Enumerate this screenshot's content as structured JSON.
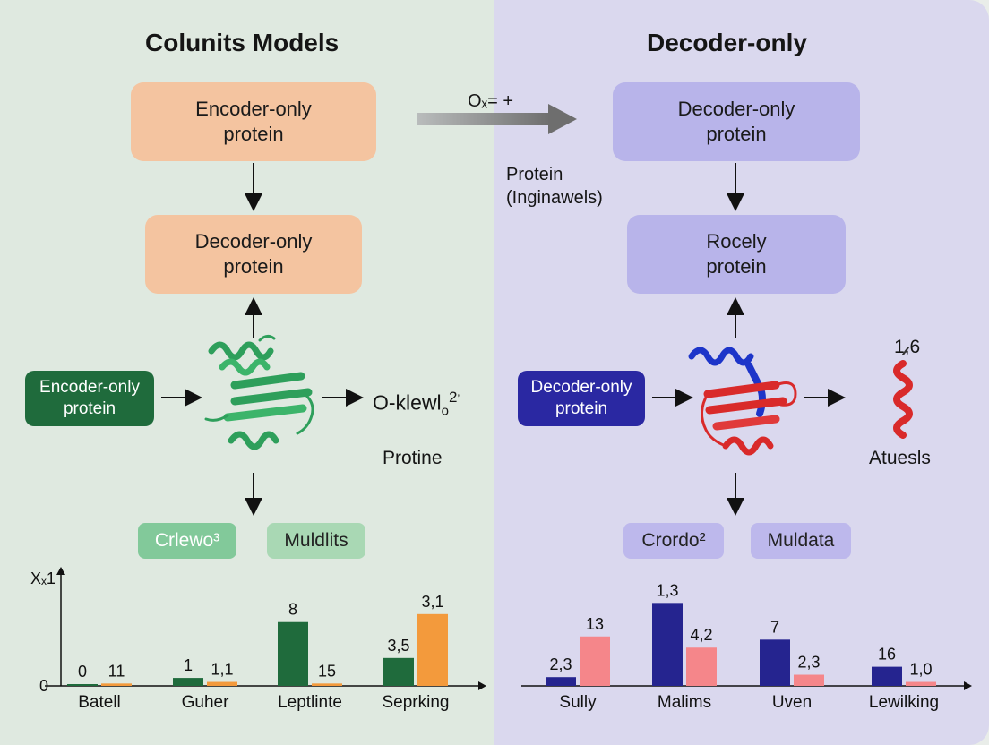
{
  "left": {
    "title": "Colunits Models",
    "box_top": "Encoder-only\nprotein",
    "box_mid": "Decoder-only\nprotein",
    "side_box": "Encoder-only\nprotein",
    "output_label": "O-klewl",
    "output_sub": "o",
    "output_sup": "2",
    "output_tick": "’",
    "protine_label": "Protine",
    "pill_1": "Crlewo³",
    "pill_2": "Muldlits"
  },
  "right": {
    "title": "Decoder-only",
    "box_top": "Decoder-only\nprotein",
    "box_mid": "Rocely\nprotein",
    "side_box": "Decoder-only\nprotein",
    "top_value_label": "1,6",
    "atuesls_label": "Atuesls",
    "pill_1": "Crordo²",
    "pill_2": "Muldata"
  },
  "center": {
    "arrow_label": "Oₓ= +",
    "protein_note": "Protein\n(Inginawels)"
  },
  "colors": {
    "green_bar": "#1f6b3c",
    "orange_bar": "#f39a3c",
    "navy_bar": "#25248f",
    "pink_bar": "#f5868a",
    "helix_green": "#2e9f5b",
    "helix_blue": "#1d35c9",
    "helix_red": "#d92a2a"
  },
  "chart_data": [
    {
      "type": "bar",
      "ylabel": "Xₓ1",
      "y_origin_label": "0",
      "categories": [
        "Batell",
        "Guher",
        "Leptlinte",
        "Seprking"
      ],
      "series": [
        {
          "values": [
            0,
            1,
            8,
            3.5
          ],
          "labels": [
            "0",
            "1",
            "8",
            "3,5"
          ],
          "color": "#1f6b3c"
        },
        {
          "values": [
            0.3,
            0.5,
            0.3,
            9
          ],
          "labels": [
            "11",
            "1,1",
            "15",
            "3,1"
          ],
          "color": "#f39a3c"
        }
      ],
      "ylim": [
        0,
        11
      ]
    },
    {
      "type": "bar",
      "categories": [
        "Sully",
        "Malims",
        "Uven",
        "Lewilking"
      ],
      "series": [
        {
          "values": [
            1.1,
            10.4,
            5.8,
            2.4
          ],
          "labels": [
            "2,3",
            "1,3",
            "7",
            "16"
          ],
          "color": "#25248f"
        },
        {
          "values": [
            6.2,
            4.8,
            1.4,
            0.5
          ],
          "labels": [
            "13",
            "4,2",
            "2,3",
            "1,0"
          ],
          "color": "#f5868a"
        }
      ],
      "ylim": [
        0,
        11
      ]
    }
  ]
}
